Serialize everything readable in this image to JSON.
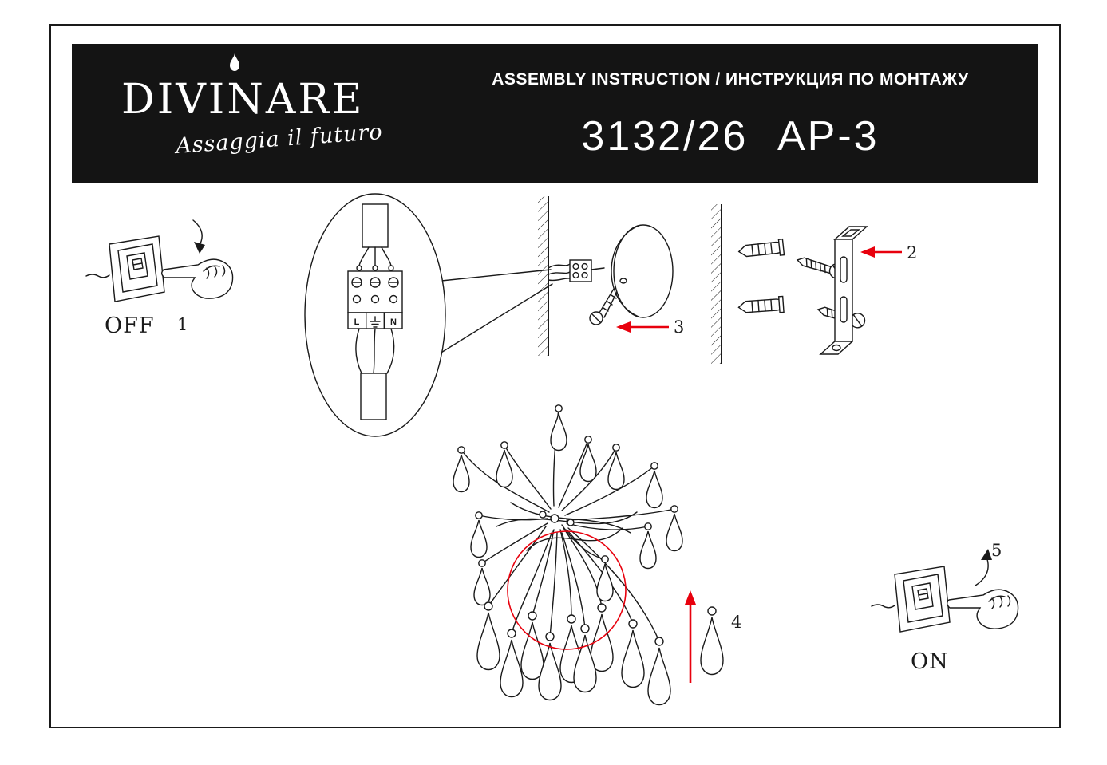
{
  "header": {
    "brand": "DIVINARE",
    "tagline": "Assaggia il futuro",
    "title": "ASSEMBLY INSTRUCTION / ИНСТРУКЦИЯ ПО МОНТАЖУ",
    "model": "3132/26 AP-3",
    "colors": {
      "background": "#141414",
      "text": "#ffffff"
    }
  },
  "labels": {
    "step1_state": "OFF",
    "step1_number": "1",
    "step2_number": "2",
    "step3_number": "3",
    "step4_number": "4",
    "step5_number": "5",
    "step5_state": "ON"
  },
  "terminal_block": {
    "left": "L",
    "ground_icon": "earth-ground-symbol",
    "right": "N"
  },
  "icons": {
    "flame": "flame-icon",
    "step1_arrow": "rotate-down-arrow-icon",
    "step5_arrow": "rotate-up-arrow-icon",
    "step2_arrow": "red-left-arrow-icon",
    "step3_arrow": "red-left-arrow-icon",
    "step4_arrow": "red-up-arrow-icon"
  },
  "colors": {
    "line": "#1a1a1a",
    "accent_red": "#e8000d",
    "paper": "#ffffff"
  }
}
